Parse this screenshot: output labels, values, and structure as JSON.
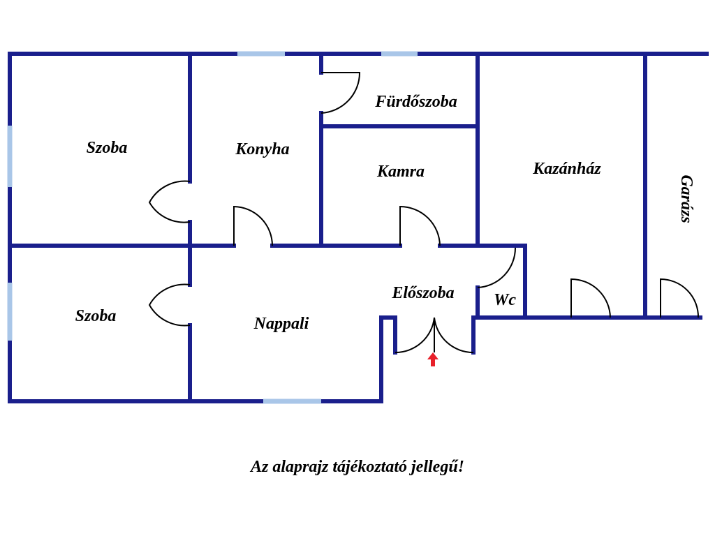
{
  "rooms": {
    "szoba_top": "Szoba",
    "konyha": "Konyha",
    "furdoszoba": "Fürdőszoba",
    "kamra": "Kamra",
    "kazanhaz": "Kazánház",
    "garazs": "Garázs",
    "szoba_bottom": "Szoba",
    "nappali": "Nappali",
    "eloszoba": "Előszoba",
    "wc": "Wc"
  },
  "note": "Az alaprajz tájékoztató jellegű!",
  "colors": {
    "wall": "#1a1f8c",
    "window": "#a9c6e8",
    "door": "#000000",
    "entrance_arrow": "#e8202a"
  }
}
